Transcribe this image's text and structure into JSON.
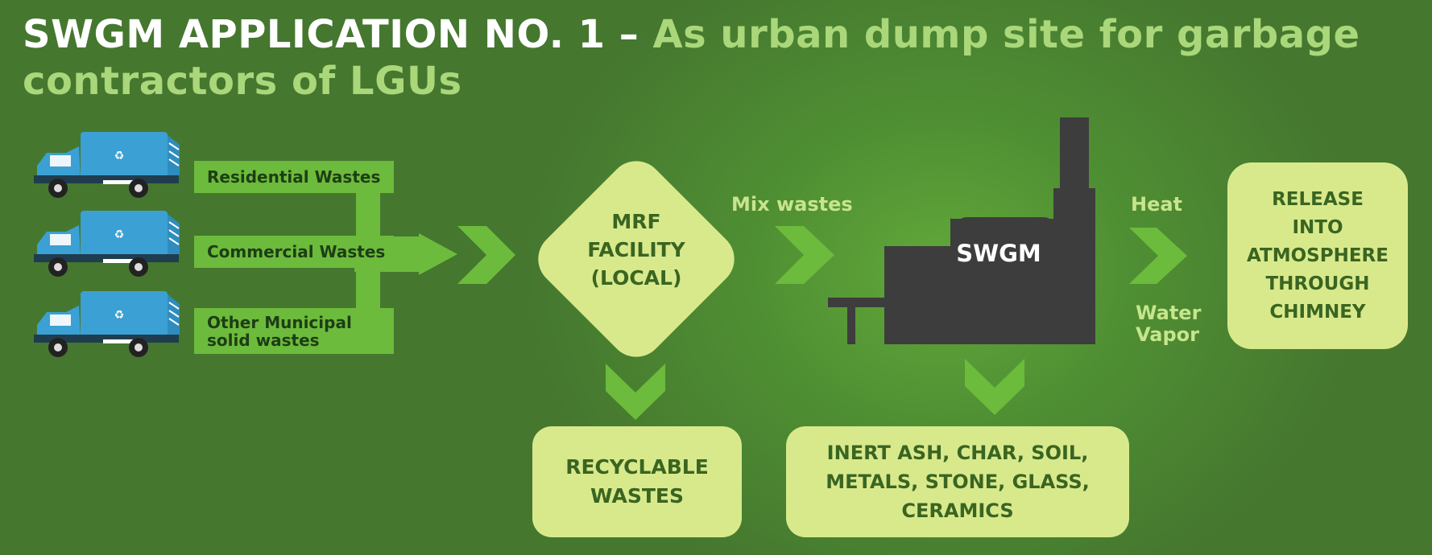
{
  "title": {
    "part1": "SWGM APPLICATION NO. 1 –",
    "part2": "As urban dump site for garbage contractors of LGUs"
  },
  "sources": [
    {
      "label": "Residential Wastes"
    },
    {
      "label": "Commercial Wastes"
    },
    {
      "label_line1": "Other Municipal",
      "label_line2": "solid wastes"
    }
  ],
  "mrf": {
    "line1": "MRF",
    "line2": "FACILITY",
    "line3": "(LOCAL)"
  },
  "mix_label": "Mix wastes",
  "swgm_label": "SWGM",
  "heat_label": "Heat",
  "water_label": {
    "line1": "Water",
    "line2": "Vapor"
  },
  "release": {
    "line1": "RELEASE",
    "line2": "INTO",
    "line3": "ATMOSPHERE",
    "line4": "THROUGH",
    "line5": "CHIMNEY"
  },
  "recyclable": {
    "line1": "RECYCLABLE",
    "line2": "WASTES"
  },
  "residue": {
    "line1": "INERT ASH, CHAR, SOIL,",
    "line2": "METALS, STONE, GLASS,",
    "line3": "CERAMICS"
  },
  "colors": {
    "background": "#4a822f",
    "arrow_green": "#6cbb3c",
    "pill_fill": "#d8e98c",
    "title_accent": "#a9d77a",
    "truck_body": "#3ba0d3",
    "plant": "#3d3d3d"
  },
  "icons": [
    "garbage-truck-icon",
    "recycle-icon",
    "chevron-right-icon",
    "chevron-down-icon",
    "furnace-plant-icon"
  ]
}
